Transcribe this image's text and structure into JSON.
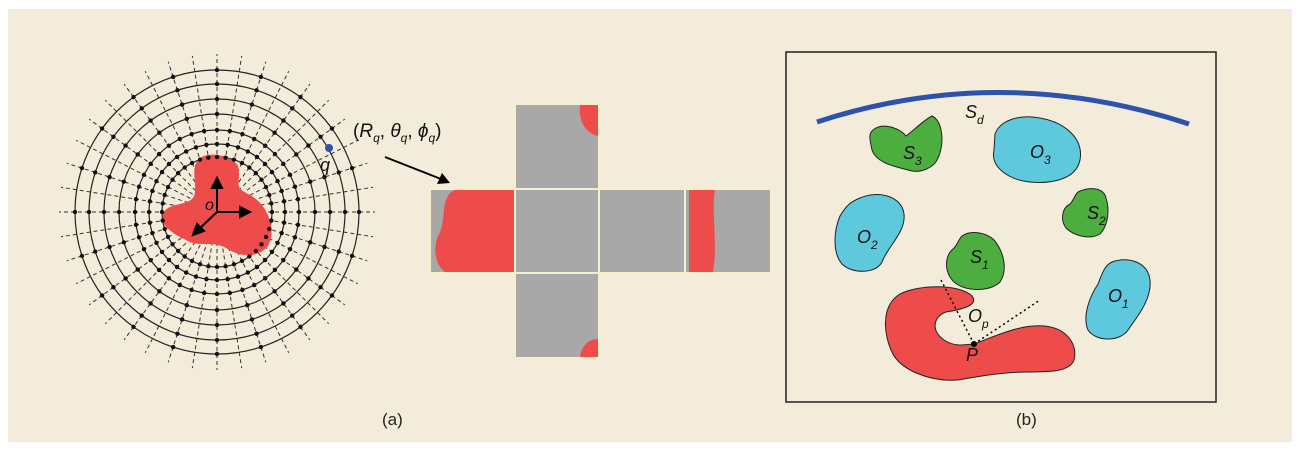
{
  "panels": {
    "a": {
      "caption": "(a)",
      "point_label": "q",
      "origin_label": "o",
      "coord_label": {
        "open": "(",
        "R": "R",
        "R_sub": "q",
        "sep1": ", ",
        "theta": "θ",
        "theta_sub": "q",
        "sep2": ", ",
        "phi": "ϕ",
        "phi_sub": "q",
        "close": ")"
      }
    },
    "b": {
      "caption": "(b)",
      "arc_label": "S",
      "arc_label_sub": "d",
      "objects": [
        {
          "label": "S",
          "sub": "3",
          "color": "#4cae3f"
        },
        {
          "label": "O",
          "sub": "3",
          "color": "#5ec8dc"
        },
        {
          "label": "O",
          "sub": "2",
          "color": "#5ec8dc"
        },
        {
          "label": "S",
          "sub": "2",
          "color": "#4cae3f"
        },
        {
          "label": "S",
          "sub": "1",
          "color": "#4cae3f"
        },
        {
          "label": "O",
          "sub": "1",
          "color": "#5ec8dc"
        }
      ],
      "robot_label": "P",
      "gap_label": "O",
      "gap_label_sub": "p"
    }
  },
  "colors": {
    "background": "#f4ecda",
    "frame": "#efe4cc",
    "obstacle_red": "#ee4b4b",
    "sphere_blue": "#2c52ad",
    "grid_gray": "#a8a8a8",
    "grid_border": "#f6f0c8"
  }
}
